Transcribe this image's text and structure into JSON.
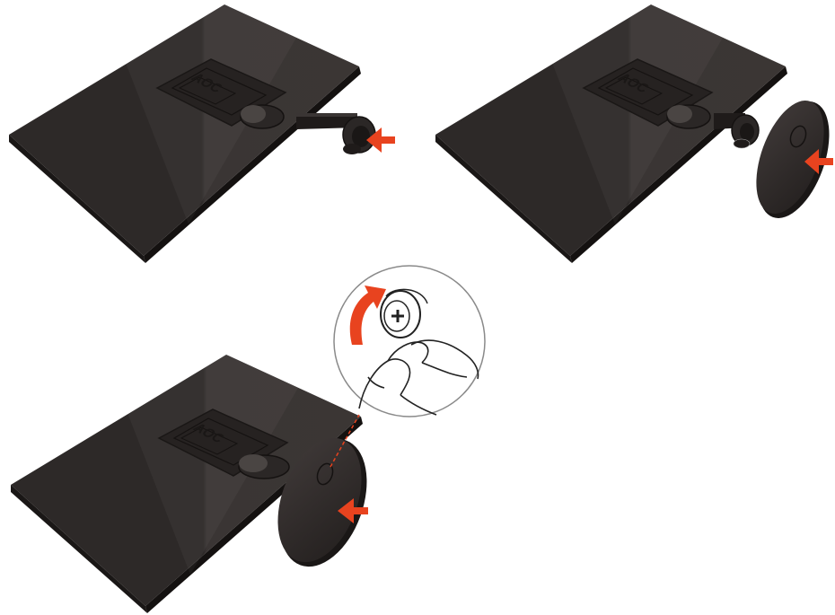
{
  "logo": {
    "text": "AOC"
  },
  "colors": {
    "panel": "#2b2726",
    "panel_light": "#4a4543",
    "panel_edge": "#1a1716",
    "arrow": "#e8431f",
    "outline": "#3a3a3a",
    "background": "#ffffff"
  },
  "steps": [
    {
      "id": "step-1",
      "icon": "monitor-neck-attach",
      "arrow": "push-arrow-icon"
    },
    {
      "id": "step-2",
      "icon": "monitor-base-attach",
      "arrow": "push-arrow-icon"
    },
    {
      "id": "step-3",
      "icon": "monitor-base-screw-tighten",
      "arrow": "push-arrow-icon",
      "detail": "rotate-arrow-icon"
    }
  ]
}
